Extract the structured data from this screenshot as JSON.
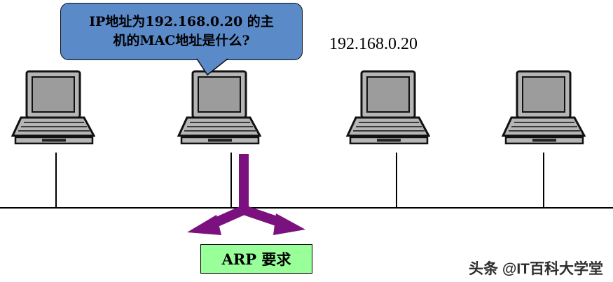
{
  "speech_bubble": {
    "line1": "IP地址为192.168.0.20 的主",
    "line2": "机的MAC地址是什么?"
  },
  "labels": {
    "target_ip": "192.168.0.20",
    "arp_request": "ARP 要求",
    "watermark": "头条 @IT百科大学堂"
  },
  "colors": {
    "bubble_bg": "#5b8ac9",
    "arrow_purple": "#7a117e",
    "arp_box_bg": "#99ff99",
    "laptop_body": "#b5b5b5",
    "laptop_screen": "#9c9c9c",
    "line_black": "#000000"
  }
}
